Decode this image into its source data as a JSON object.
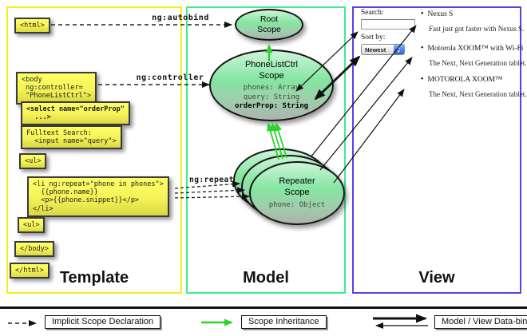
{
  "arrows": {
    "autobind": "ng:autobind",
    "controller": "ng:controller",
    "repeat": "ng:repeat"
  },
  "template": {
    "title": "Template",
    "code_boxes": {
      "html_open": "<html>",
      "body_open": "<body\n ng:controller=\n \"PhoneListCtrl\">",
      "select": "<select name=\"orderProp\"\n  ...>",
      "fulltext": "Fulltext Search:\n  <input name=\"query\">",
      "ul_open": "<ul>",
      "li_repeat": "<li ng:repeat=\"phone in phones\">\n  {{phone.name}}\n  <p>{{phone.snippet}}</p>\n</li>",
      "ul_close": "<ul>",
      "body_close": "</body>",
      "html_close": "</html>"
    }
  },
  "model": {
    "title": "Model",
    "root_scope": {
      "title": "Root\nScope"
    },
    "phonelist_scope": {
      "title": "PhoneListCtrl\nScope",
      "prop_phones": "phones: Array",
      "prop_query": "query: String",
      "prop_orderprop": "orderProp: String"
    },
    "repeater_scope": {
      "title": "Repeater\nScope",
      "prop_phone": "phone: Object"
    }
  },
  "view": {
    "title": "View",
    "search_label": "Search:",
    "sort_label": "Sort by:",
    "sort_value": "Newest",
    "bullet": "•",
    "stepper_up": "▲",
    "stepper_down": "▼",
    "items": [
      {
        "title": "Nexus S",
        "desc": "Fast just got faster with Nexus S."
      },
      {
        "title": "Motorola XOOM™ with Wi-Fi",
        "desc": "The Next, Next Generation tablet."
      },
      {
        "title": "MOTOROLA XOOM™",
        "desc": "The Next, Next Generation tablet."
      }
    ]
  },
  "legend": {
    "implicit": "Implicit Scope Declaration",
    "inheritance": "Scope Inheritance",
    "databinding": "Model / View Data-binding"
  },
  "colors": {
    "template_border": "#f2ef1d",
    "model_border": "#3dee8e",
    "view_border": "#5742e8",
    "inheritance_green": "#2bd32b",
    "code_box_top": "#ffff66",
    "code_box_bottom": "#d8d845",
    "scope_fill_top": "#cdf4d8",
    "scope_fill_mid": "#84e6a2",
    "scope_fill_bottom": "#abb4ab"
  }
}
